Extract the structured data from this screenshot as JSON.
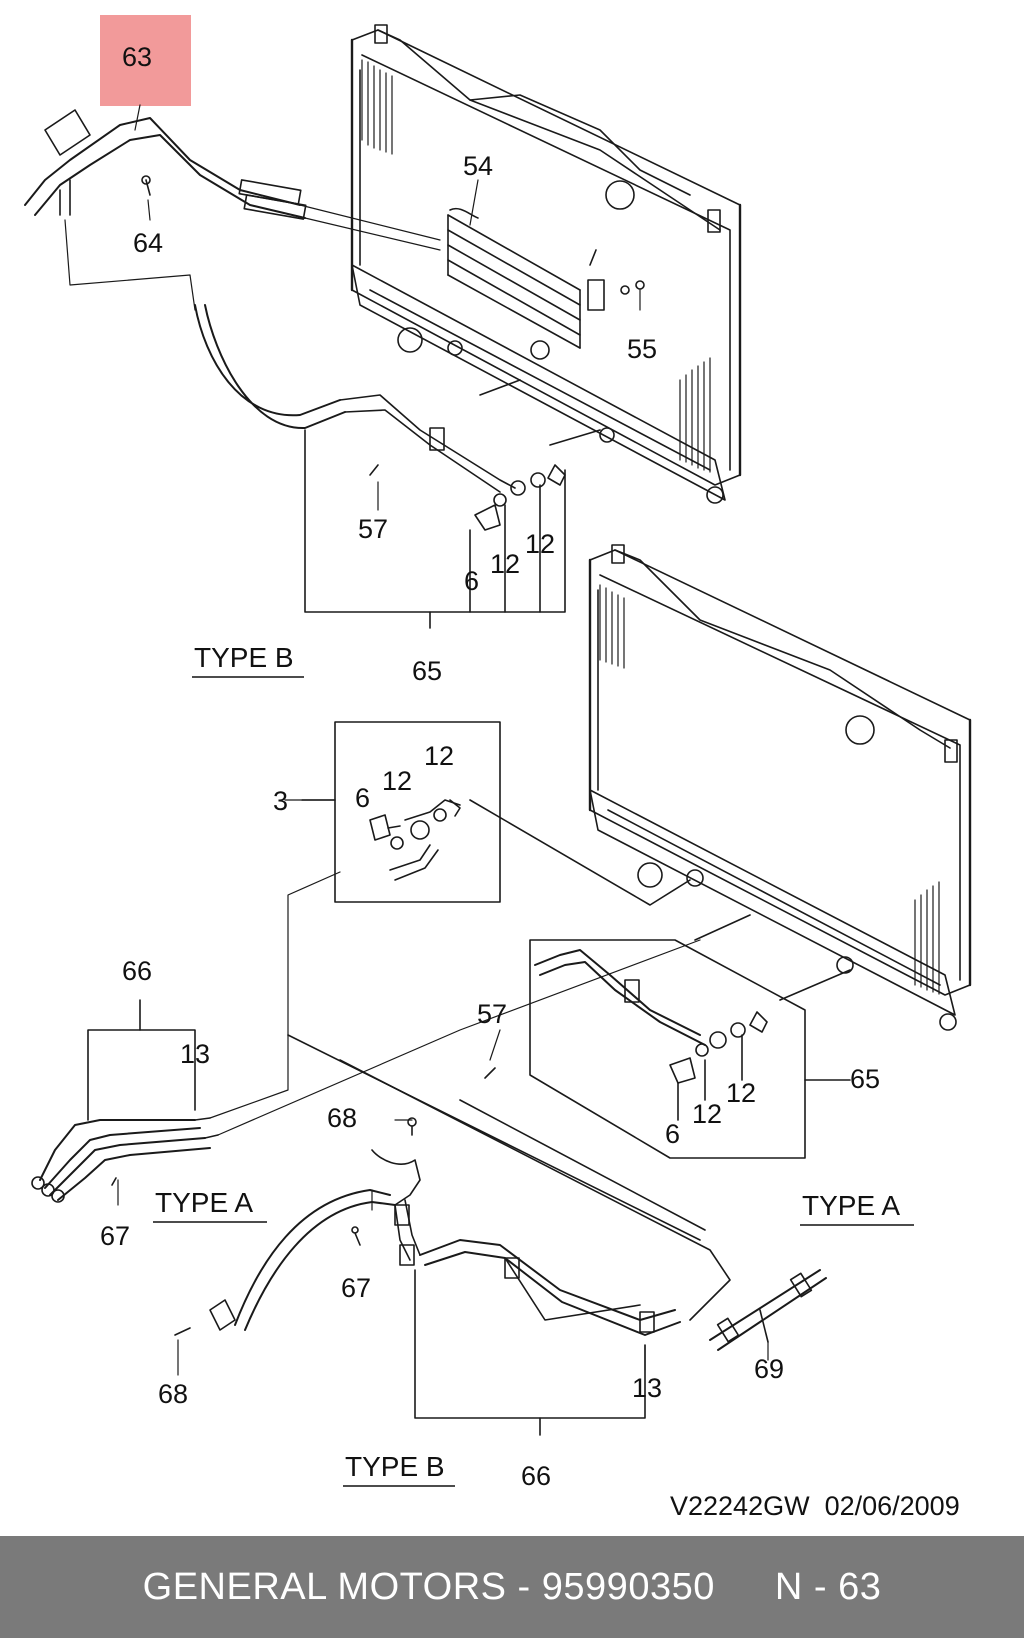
{
  "diagram": {
    "highlight_color": "#f29a9a",
    "highlighted_callout": "63",
    "callouts": {
      "c63": "63",
      "c64": "64",
      "c54": "54",
      "c55": "55",
      "c57a": "57",
      "c6a": "6",
      "c12a": "12",
      "c12b": "12",
      "c65a": "65",
      "c3": "3",
      "c6b": "6",
      "c12c": "12",
      "c12d": "12",
      "c66a": "66",
      "c13a": "13",
      "c67a": "67",
      "c57b": "57",
      "c65b": "65",
      "c12e": "12",
      "c12f": "12",
      "c6c": "6",
      "c68a": "68",
      "c67b": "67",
      "c68b": "68",
      "c13b": "13",
      "c66b": "66",
      "c69": "69"
    },
    "type_labels": {
      "type_b_top": "TYPE B",
      "type_a_left": "TYPE A",
      "type_a_right": "TYPE A",
      "type_b_bottom": "TYPE B"
    },
    "code": "V22242GW  02/06/2009"
  },
  "footer": {
    "brand": "GENERAL MOTORS",
    "separator": " - ",
    "part_number": "95990350",
    "ref_label": "N - 63"
  }
}
